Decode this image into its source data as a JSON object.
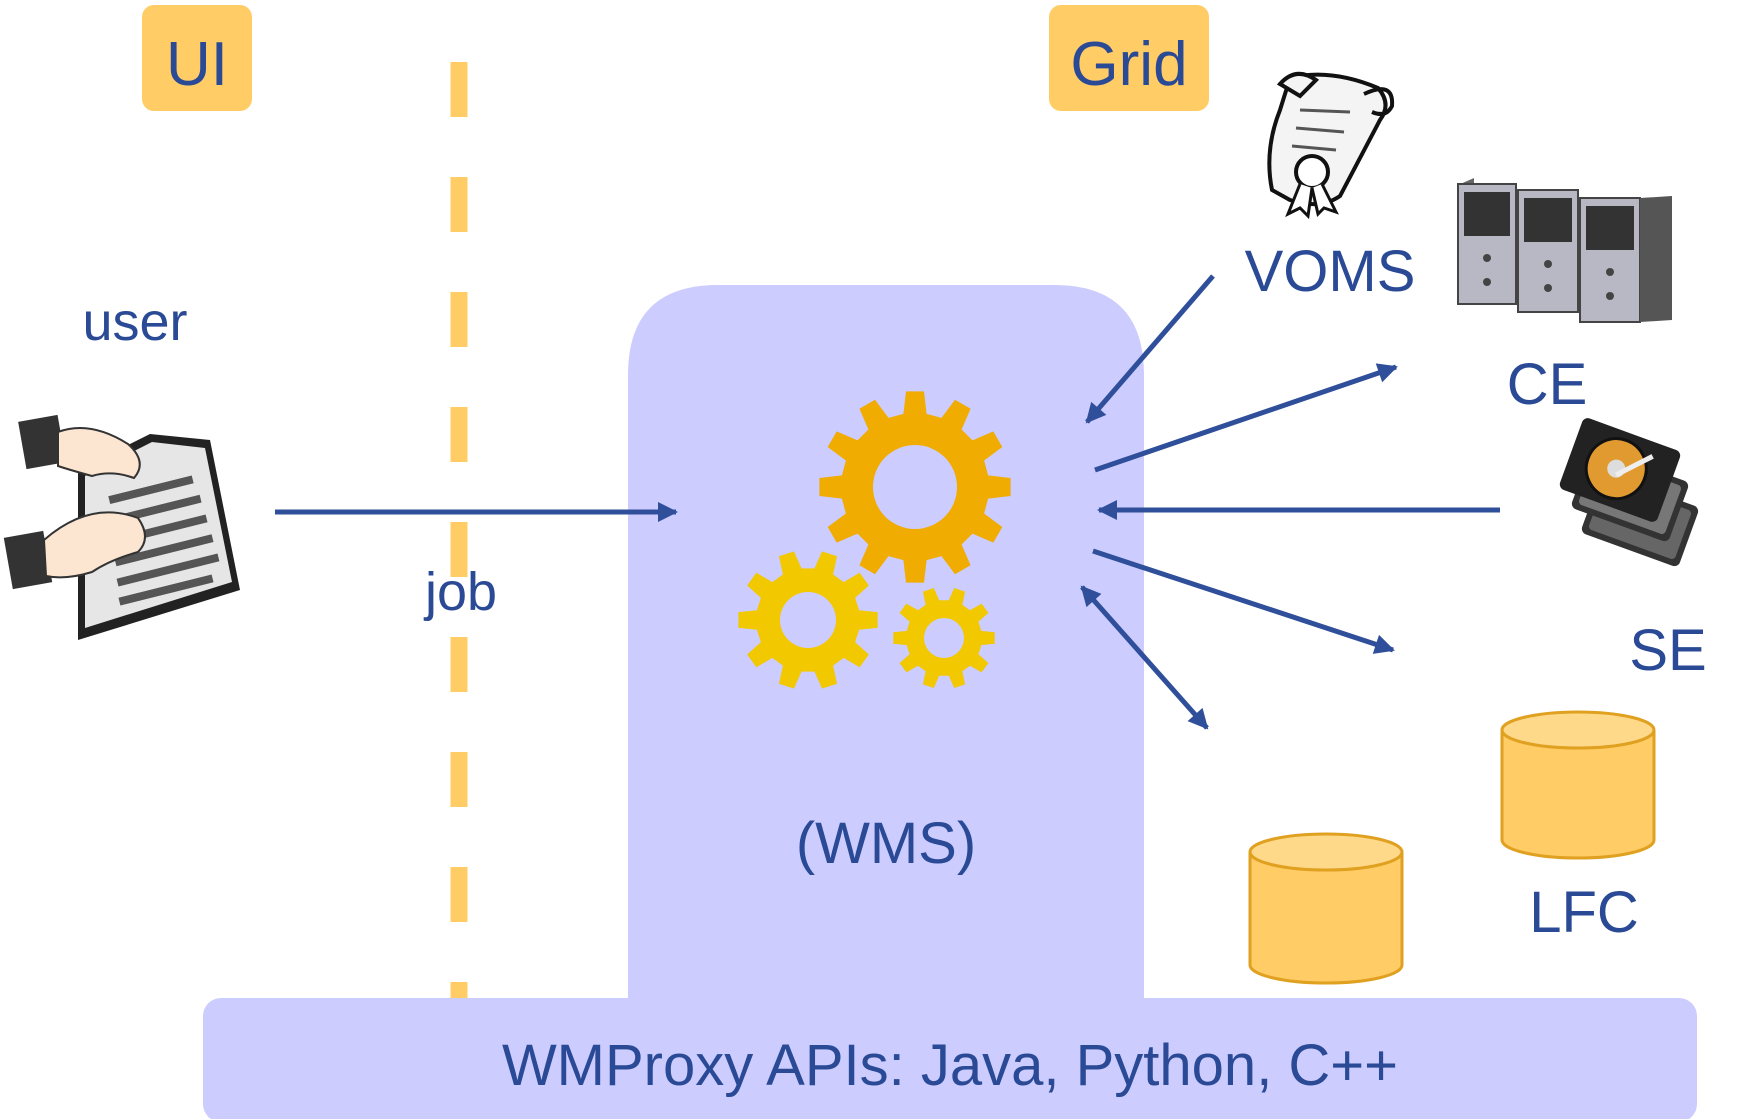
{
  "headers": {
    "left": "UI",
    "right": "Grid"
  },
  "labels": {
    "user": "user",
    "job": "job",
    "wms": "(WMS)",
    "voms": "VOMS",
    "ce": "CE",
    "se": "SE",
    "lfc": "LFC",
    "api_bar": "WMProxy APIs: Java, Python, C++"
  },
  "colors": {
    "text": "#2a4a96",
    "arrow": "#2f4f9a",
    "header_box": "#ffcc66",
    "dashed_divider": "#ffcc66",
    "wms_panel": "#ccccff",
    "gear_large": "#f0ac00",
    "gear_small": "#f2c800",
    "database": "#ffcc66"
  },
  "icons": [
    "keyboard-typing-icon",
    "certificate-scroll-icon",
    "server-towers-icon",
    "hard-disk-stack-icon",
    "gears-icon",
    "database-icon"
  ]
}
